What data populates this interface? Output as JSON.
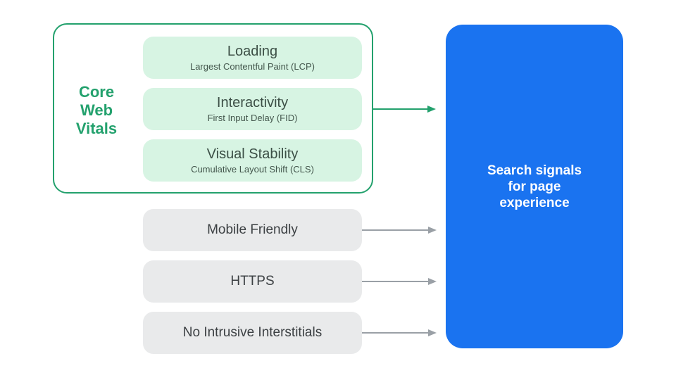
{
  "colors": {
    "green_accent": "#23A16D",
    "green_light_fill": "#D7F4E3",
    "green_box_text": "#3C4F46",
    "gray_fill": "#E9EAEB",
    "gray_text": "#3C4043",
    "arrow_gray": "#9AA0A6",
    "blue_panel": "#1A73F0",
    "panel_text": "#FFFFFF"
  },
  "icons": {
    "green_arrow_right": "right-pointing arrow (css triangle)",
    "gray_arrow_right": "right-pointing arrow (css triangle)"
  },
  "core_web_vitals": {
    "group_label": "Core Web Vitals",
    "items": [
      {
        "title": "Loading",
        "subtitle": "Largest Contentful Paint (LCP)"
      },
      {
        "title": "Interactivity",
        "subtitle": "First Input Delay (FID)"
      },
      {
        "title": "Visual Stability",
        "subtitle": "Cumulative Layout Shift (CLS)"
      }
    ]
  },
  "other_signals": [
    {
      "label": "Mobile Friendly"
    },
    {
      "label": "HTTPS"
    },
    {
      "label": "No Intrusive Interstitials"
    }
  ],
  "result_panel": {
    "label": "Search signals for page experience"
  }
}
